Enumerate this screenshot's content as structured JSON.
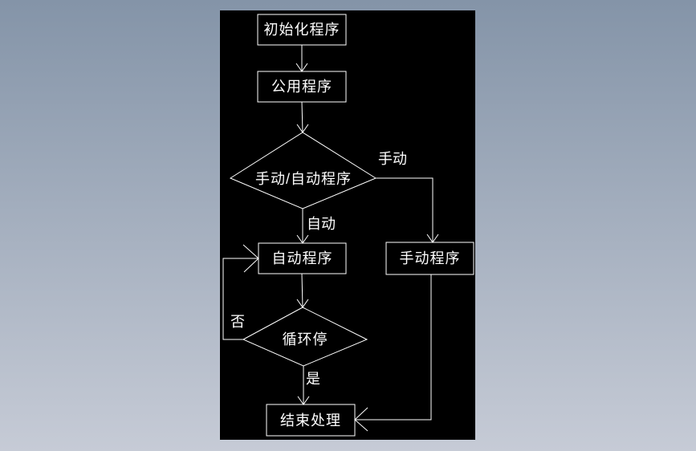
{
  "canvas": {
    "background_top": "#8494a8",
    "background_bottom": "#c6cbd6",
    "panel_background": "#000000",
    "line_color": "#ffffff",
    "text_color": "#ffffff"
  },
  "flowchart": {
    "nodes": {
      "init": {
        "label": "初始化程序",
        "shape": "rectangle"
      },
      "common": {
        "label": "公用程序",
        "shape": "rectangle"
      },
      "mode_decision": {
        "label": "手动/自动程序",
        "shape": "diamond"
      },
      "auto_program": {
        "label": "自动程序",
        "shape": "rectangle"
      },
      "manual_program": {
        "label": "手动程序",
        "shape": "rectangle"
      },
      "loop_stop": {
        "label": "循环停",
        "shape": "diamond"
      },
      "end_process": {
        "label": "结束处理",
        "shape": "rectangle"
      }
    },
    "edge_labels": {
      "manual": "手动",
      "auto": "自动",
      "no": "否",
      "yes": "是"
    }
  }
}
